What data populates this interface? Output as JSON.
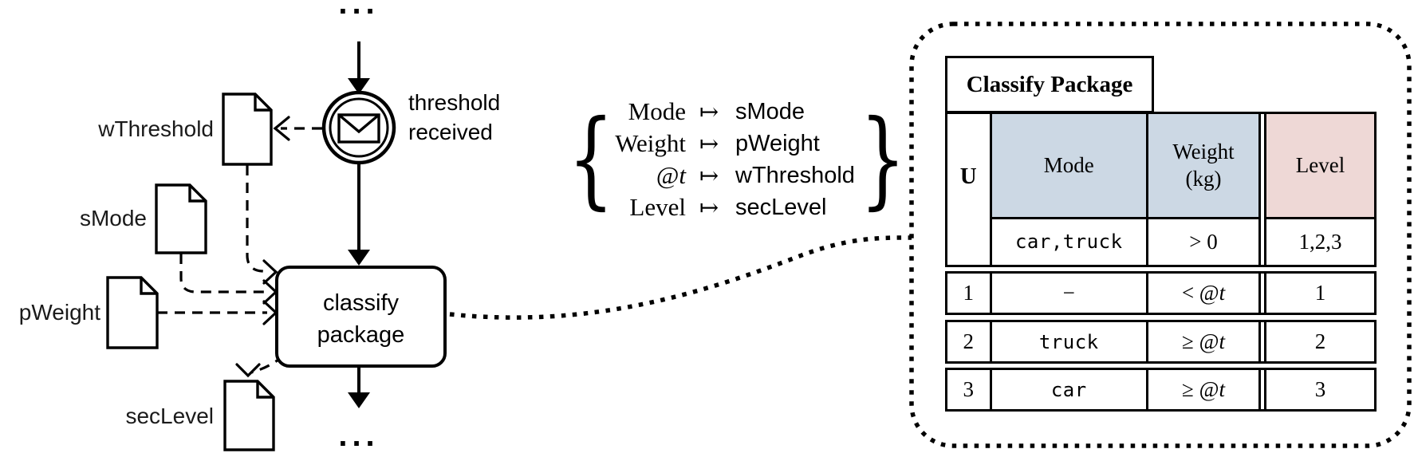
{
  "diagram": {
    "top_ellipsis": "...",
    "bottom_ellipsis": "...",
    "event_label_line1": "threshold",
    "event_label_line2": "received",
    "task_label_line1": "classify",
    "task_label_line2": "package",
    "data_objects": {
      "wthreshold": "wThreshold",
      "smode": "sMode",
      "pweight": "pWeight",
      "seclevel": "secLevel"
    }
  },
  "mapping": {
    "brace_left": "{",
    "brace_right": "}",
    "arrow": "↦",
    "rows": [
      {
        "from": "Mode",
        "to": "sMode"
      },
      {
        "from": "Weight",
        "to": "pWeight"
      },
      {
        "from": "@t",
        "to": "wThreshold"
      },
      {
        "from": "Level",
        "to": "secLevel"
      }
    ]
  },
  "decision_table": {
    "title": "Classify Package",
    "u_header": "U",
    "columns": [
      "Mode",
      "Weight (kg)",
      "Level"
    ],
    "unit_row": {
      "mode": "car,truck",
      "weight": "> 0",
      "level": "1,2,3"
    },
    "rows": [
      {
        "u": "1",
        "mode": "−",
        "weight": "< @t",
        "level": "1"
      },
      {
        "u": "2",
        "mode": "truck",
        "weight": "≥ @t",
        "level": "2"
      },
      {
        "u": "3",
        "mode": "car",
        "weight": "≥ @t",
        "level": "3"
      }
    ]
  },
  "colors": {
    "header_blue": "#ccd8e4",
    "header_pink": "#eed8d6",
    "ink": "#000000"
  }
}
